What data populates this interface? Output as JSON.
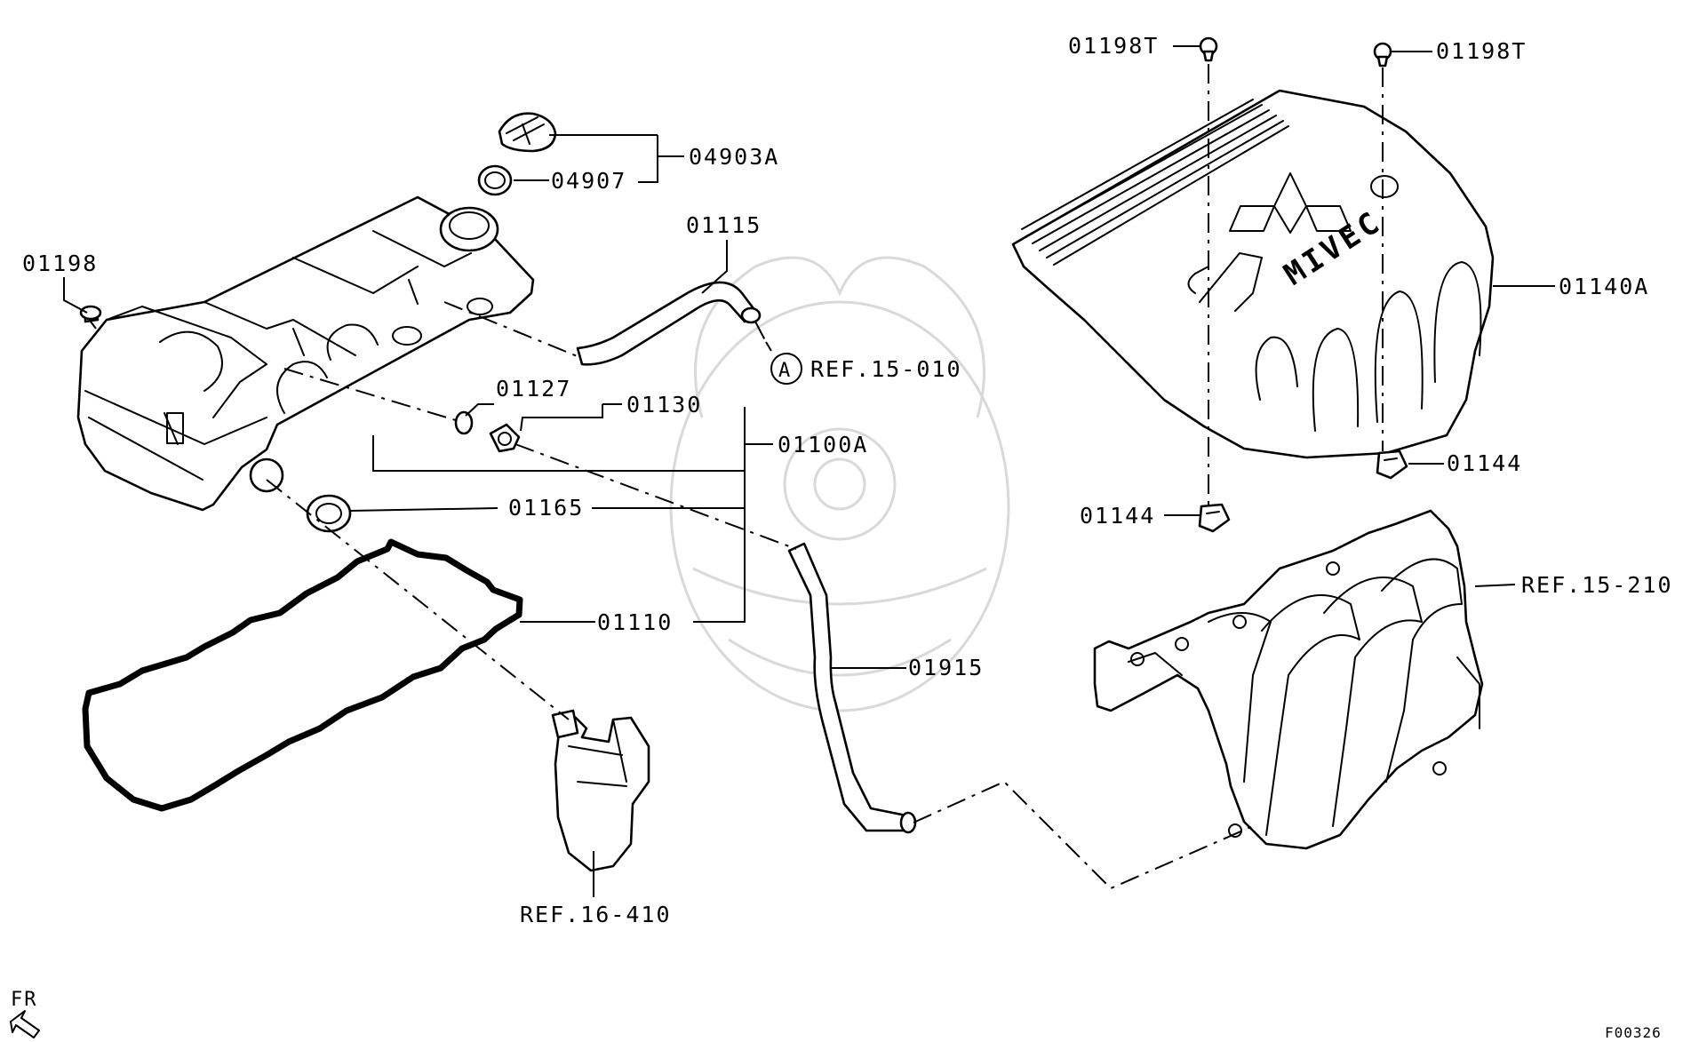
{
  "labels": {
    "p01198": "01198",
    "p04903A": "04903A",
    "p04907": "04907",
    "p01115": "01115",
    "refA_marker": "A",
    "ref15_010": "REF.15-010",
    "p01127": "01127",
    "p01130": "01130",
    "p01100A": "01100A",
    "p01165": "01165",
    "p01110": "01110",
    "p01915": "01915",
    "ref16_410": "REF.16-410",
    "p01198T_left": "01198T",
    "p01198T_right": "01198T",
    "p01140A": "01140A",
    "p01144_right": "01144",
    "p01144_left": "01144",
    "ref15_210": "REF.15-210",
    "fr": "FR",
    "diagram_code": "F00326",
    "mivec": "MIVEC"
  },
  "icons": {
    "front_arrow": "front-direction-arrow-icon",
    "ref_marker": "circled-letter-icon"
  },
  "colors": {
    "line": "#000000",
    "background": "#ffffff",
    "watermark": "#d9d9d9"
  }
}
